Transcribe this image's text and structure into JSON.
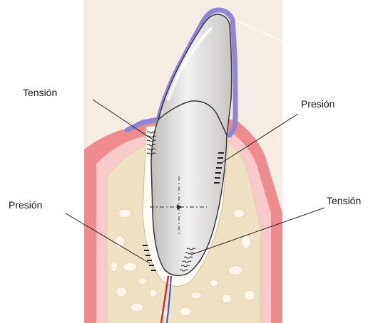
{
  "labels": {
    "tension_top": "Tensión",
    "presion_top": "Presión",
    "presion_bottom": "Presión",
    "tension_bottom": "Tensión"
  },
  "colors": {
    "background_panel": "#f4ebe2",
    "gingiva": "#ee8a8d",
    "gingiva_inner": "#f8c9c9",
    "bone": "#efe3c6",
    "bone_pores": "#fbf6ea",
    "tooth": "#d6d3d0",
    "tooth_highlight": "#f3f2f0",
    "gum_outline": "#8f86d8",
    "ligament": "#fdfcf7",
    "nerve_red": "#d22c2c",
    "nerve_blue": "#3c4fd8"
  }
}
